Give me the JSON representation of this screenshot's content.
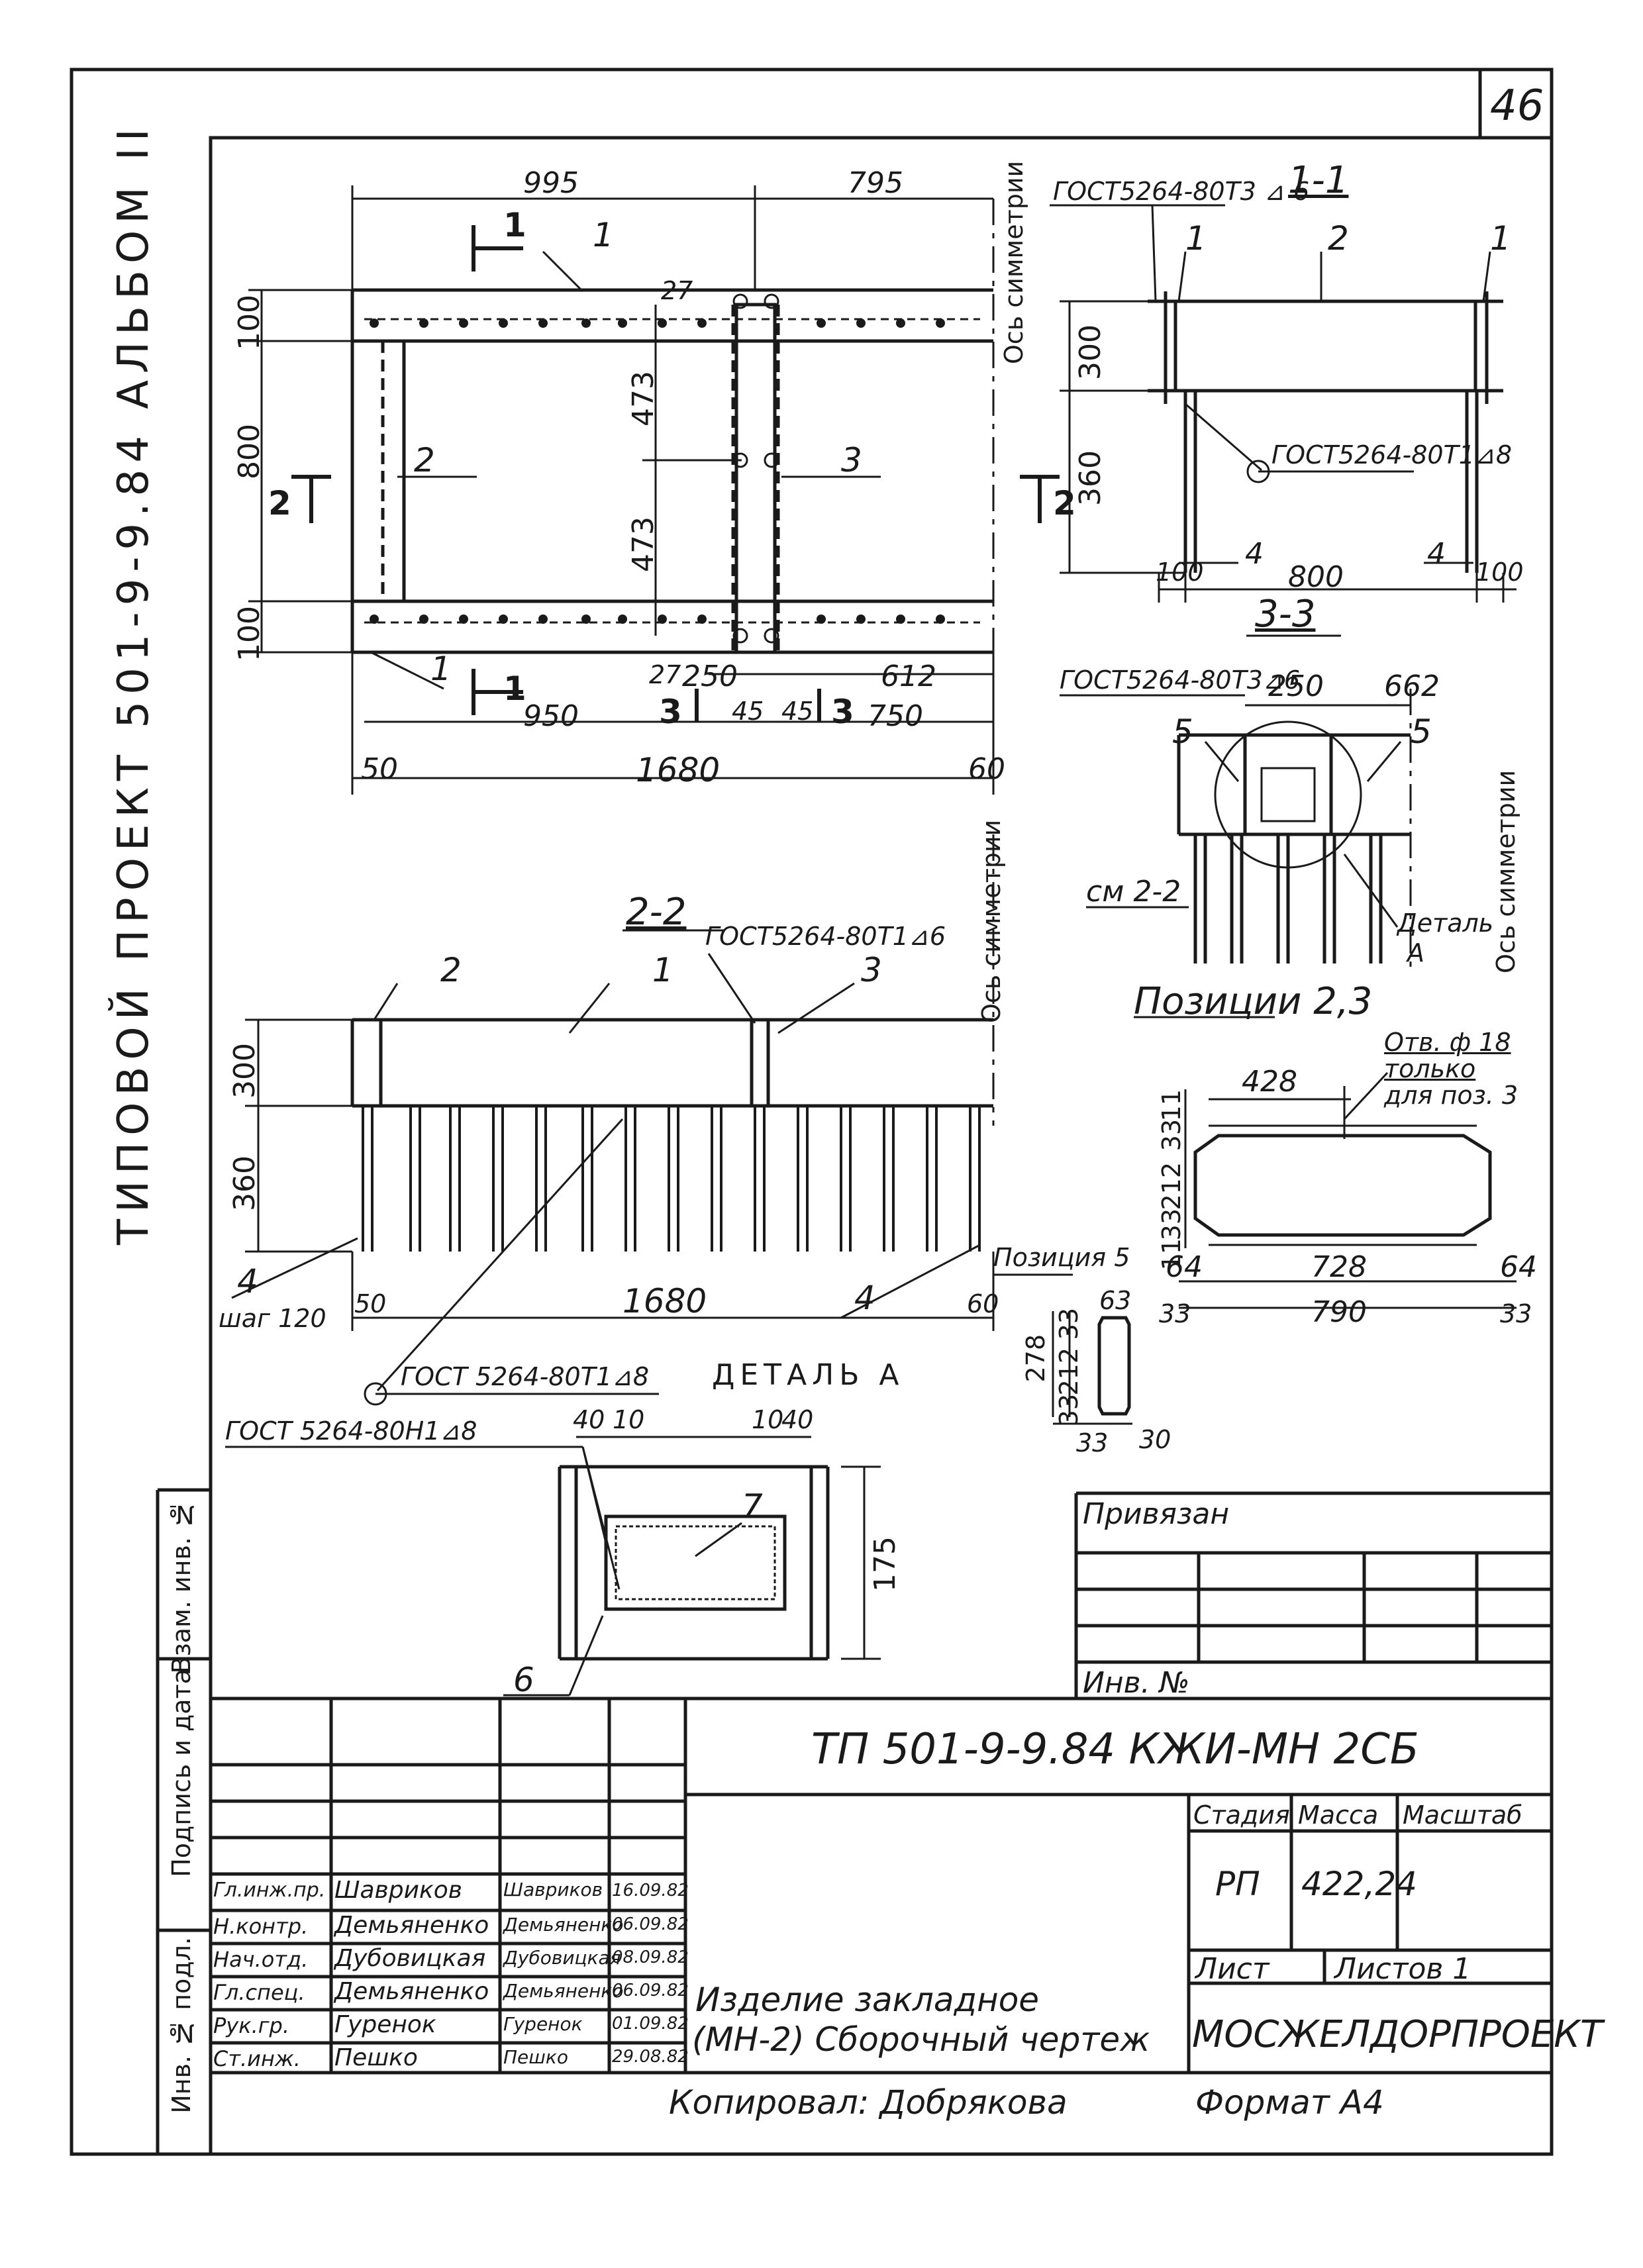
{
  "sheet": {
    "page_number": "46",
    "side_title": "ТИПОВОЙ  ПРОЕКТ  501-9-9.84   АЛЬБОМ  II",
    "side_stamp_labels": [
      "Инв. № подл.",
      "Подпись и дата",
      "Взам. инв. №"
    ]
  },
  "plan_view": {
    "dims_top": [
      "995",
      "795"
    ],
    "axis_label": "Ось симметрии",
    "dims_left": [
      "100",
      "800",
      "100"
    ],
    "dims_mid": [
      "473",
      "473"
    ],
    "small_27": [
      "27",
      "27"
    ],
    "dims_bottom_row1": [
      "250",
      "612"
    ],
    "dims_bottom_row2": [
      "950",
      "45",
      "45",
      "750"
    ],
    "dims_bottom_row3": [
      "50",
      "1680",
      "60"
    ],
    "section_marks": [
      "1",
      "1",
      "2",
      "2",
      "3",
      "3"
    ],
    "positions": [
      "1",
      "2",
      "3",
      "1"
    ]
  },
  "section_1_1": {
    "title": "1-1",
    "weld_top": "ГОСТ5264-80Т3 ⊿ 6",
    "weld_bottom": "ГОСТ5264-80Т1⊿8",
    "positions": [
      "1",
      "2",
      "1",
      "4",
      "4"
    ],
    "dims_vert": [
      "300",
      "360"
    ],
    "dims_bottom": [
      "100",
      "800",
      "100"
    ]
  },
  "section_3_3": {
    "title": "3-3",
    "weld": "ГОСТ5264-80Т3⊿6",
    "dims": [
      "250",
      "662"
    ],
    "positions": [
      "5",
      "5"
    ],
    "ref": "см 2-2",
    "detail_label": "Деталь",
    "detail_letter": "А",
    "axis_label": "Ось симметрии"
  },
  "section_2_2": {
    "title": "2-2",
    "weld_top": "ГОСТ5264-80Т1⊿6",
    "weld_bottom": "ГОСТ 5264-80Т1⊿8",
    "axis_label": "Ось симметрии",
    "positions": [
      "2",
      "1",
      "3",
      "4",
      "4"
    ],
    "dims_vert": [
      "300",
      "360"
    ],
    "dims_bottom": [
      "50",
      "1680",
      "60"
    ],
    "pitch": "шаг 120"
  },
  "positions_2_3": {
    "title": "Позиции 2,3",
    "hole_note": [
      "Отв. ф 18",
      "только",
      "для поз. 3"
    ],
    "dims_top": [
      "428"
    ],
    "dims_left": [
      "11",
      "33",
      "212",
      "33",
      "11"
    ],
    "dims_bottom_row1": [
      "64",
      "728",
      "64"
    ],
    "dims_bottom_row2": [
      "33",
      "790",
      "33"
    ]
  },
  "position_5": {
    "title": "Позиция 5",
    "dims": [
      "63",
      "33",
      "278",
      "212",
      "33",
      "33",
      "30"
    ]
  },
  "detail_a": {
    "title": "ДЕТАЛЬ А",
    "weld": "ГОСТ 5264-80Н1⊿8",
    "dims_top": [
      "40",
      "10",
      "10",
      "40"
    ],
    "dim_right": "175",
    "positions": [
      "7",
      "6"
    ]
  },
  "title_block": {
    "privyazan": "Привязан",
    "inv_no": "Инв. №",
    "doc_code": "ТП 501-9-9.84     КЖИ-МН 2СБ",
    "stage_label": "Стадия",
    "mass_label": "Масса",
    "scale_label": "Масштаб",
    "stage_value": "РП",
    "mass_value": "422,24",
    "sheet_label": "Лист",
    "sheets_label": "Листов 1",
    "org": "МОСЖЕЛДОРПРОЕКТ",
    "part_name_line1": "Изделие закладное",
    "part_name_line2": "(МН-2) Сборочный чертеж",
    "signers": [
      {
        "role": "Гл.инж.пр.",
        "name": "Шавриков",
        "sign": "Шавриков",
        "date": "16.09.82"
      },
      {
        "role": "Н.контр.",
        "name": "Демьяненко",
        "sign": "Демьяненко",
        "date": "06.09.82"
      },
      {
        "role": "Нач.отд.",
        "name": "Дубовицкая",
        "sign": "Дубовицкая",
        "date": "08.09.82"
      },
      {
        "role": "Гл.спец.",
        "name": "Демьяненко",
        "sign": "Демьяненко",
        "date": "06.09.82"
      },
      {
        "role": "Рук.гр.",
        "name": "Гуренок",
        "sign": "Гуренок",
        "date": "01.09.82"
      },
      {
        "role": "Ст.инж.",
        "name": "Пешко",
        "sign": "Пешко",
        "date": "29.08.82"
      }
    ],
    "copied_by": "Копировал: Добрякова",
    "format": "Формат А4"
  }
}
